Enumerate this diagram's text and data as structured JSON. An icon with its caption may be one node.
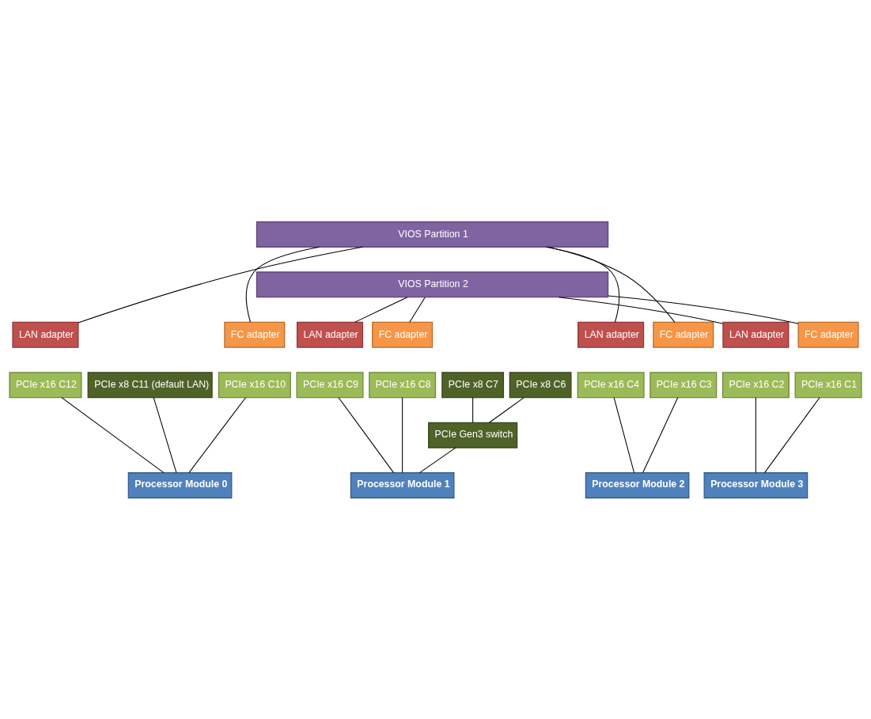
{
  "diagram": {
    "nodes": [
      {
        "text": [
          "VIOS Partition 1"
        ]
      },
      {
        "text": [
          "VIOS Partition 2"
        ]
      },
      {
        "text": [
          "LAN adapter"
        ]
      },
      {
        "text": [
          "FC adapter"
        ]
      },
      {
        "text": [
          "LAN adapter"
        ]
      },
      {
        "text": [
          "FC adapter"
        ]
      },
      {
        "text": [
          "LAN adapter"
        ]
      },
      {
        "text": [
          "FC adapter"
        ]
      },
      {
        "text": [
          "LAN adapter"
        ]
      },
      {
        "text": [
          "FC adapter"
        ]
      },
      {
        "text": [
          "PCIe x16 C12"
        ]
      },
      {
        "text": [
          "PCIe x8 C11 (default LAN)"
        ]
      },
      {
        "text": [
          "PCIe x16 C10"
        ]
      },
      {
        "text": [
          "PCIe x16 C9"
        ]
      },
      {
        "text": [
          "PCIe x16 C8"
        ]
      },
      {
        "text": [
          "PCIe x8 C7"
        ]
      },
      {
        "text": [
          "PCIe x8 C6"
        ]
      },
      {
        "text": [
          "PCIe x16 C4"
        ]
      },
      {
        "text": [
          "PCIe x16 C3"
        ]
      },
      {
        "text": [
          "PCIe x16 C2"
        ]
      },
      {
        "text": [
          "PCIe x16 C1"
        ]
      },
      {
        "text": [
          "PCIe Gen3 switch"
        ]
      },
      {
        "text": [
          "Processor Module 0"
        ]
      },
      {
        "text": [
          "Processor Module 1"
        ]
      },
      {
        "text": [
          "Processor Module 2"
        ]
      },
      {
        "text": [
          "Processor Module 3"
        ]
      }
    ],
    "edges": [
      {
        "from": 0,
        "to": 2,
        "arrow": "none"
      },
      {
        "from": 0,
        "to": 3,
        "arrow": "none"
      },
      {
        "from": 0,
        "to": 6,
        "arrow": "none"
      },
      {
        "from": 0,
        "to": 7,
        "arrow": "none"
      },
      {
        "from": 1,
        "to": 4,
        "arrow": "none"
      },
      {
        "from": 1,
        "to": 5,
        "arrow": "none"
      },
      {
        "from": 1,
        "to": 8,
        "arrow": "none"
      },
      {
        "from": 1,
        "to": 9,
        "arrow": "none"
      },
      {
        "from": 10,
        "to": 22,
        "arrow": "none"
      },
      {
        "from": 11,
        "to": 22,
        "arrow": "none"
      },
      {
        "from": 12,
        "to": 22,
        "arrow": "none"
      },
      {
        "from": 13,
        "to": 23,
        "arrow": "none"
      },
      {
        "from": 14,
        "to": 23,
        "arrow": "none"
      },
      {
        "from": 15,
        "to": 21,
        "arrow": "none"
      },
      {
        "from": 16,
        "to": 21,
        "arrow": "none"
      },
      {
        "from": 21,
        "to": 23,
        "arrow": "none"
      },
      {
        "from": 17,
        "to": 24,
        "arrow": "none"
      },
      {
        "from": 18,
        "to": 24,
        "arrow": "none"
      },
      {
        "from": 19,
        "to": 25,
        "arrow": "none"
      },
      {
        "from": 20,
        "to": 25,
        "arrow": "none"
      }
    ]
  }
}
